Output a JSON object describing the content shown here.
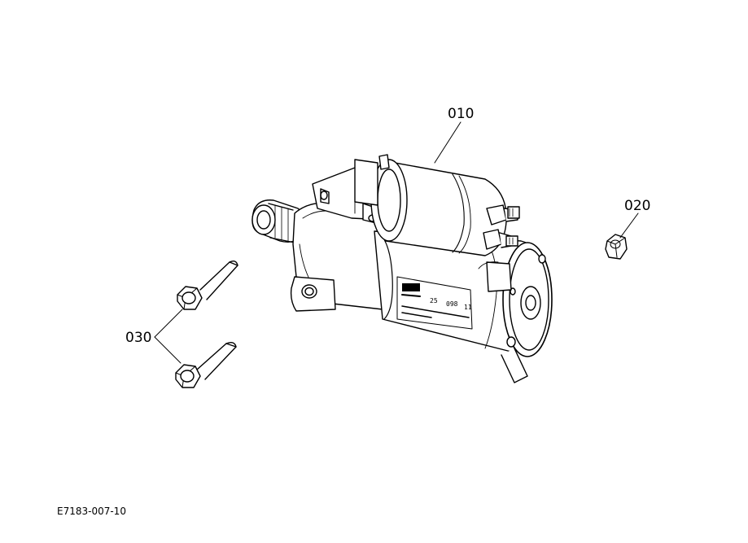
{
  "diagram": {
    "figure_code": "E7183-007-10",
    "parts": [
      {
        "callout": "010",
        "part": "starter-motor"
      },
      {
        "callout": "020",
        "part": "hex-nut"
      },
      {
        "callout": "030",
        "part": "hex-bolt"
      }
    ],
    "nameplate": {
      "line1": "25",
      "line2": "098",
      "line3": "11"
    },
    "colors": {
      "line": "#000000",
      "background": "#ffffff"
    }
  }
}
